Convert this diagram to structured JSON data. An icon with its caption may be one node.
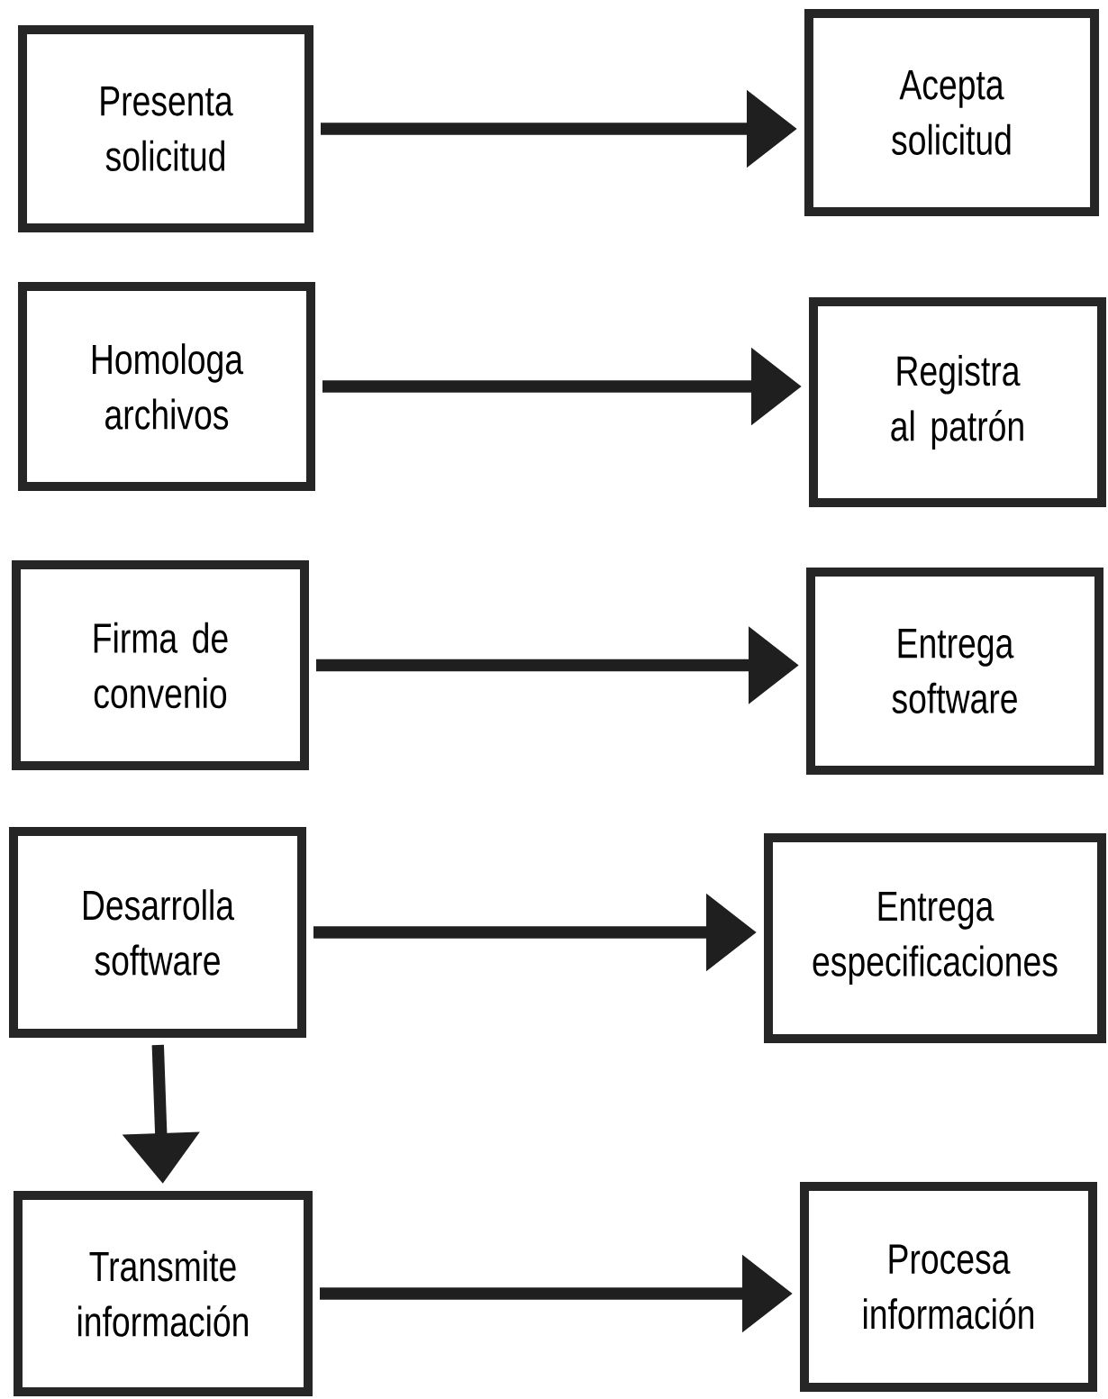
{
  "diagram": {
    "nodes": [
      {
        "text": [
          "Presenta solicitud"
        ]
      },
      {
        "text": [
          "Acepta solicitud"
        ]
      },
      {
        "text": [
          "Homologa archivos"
        ]
      },
      {
        "text": [
          "Registra al patrón"
        ]
      },
      {
        "text": [
          "Firma de convenio"
        ]
      },
      {
        "text": [
          "Entrega software"
        ]
      },
      {
        "text": [
          "Desarrolla software"
        ]
      },
      {
        "text": [
          "Entrega especificaciones"
        ]
      },
      {
        "text": [
          "Transmite información"
        ]
      },
      {
        "text": [
          "Procesa información"
        ]
      }
    ],
    "edges": [
      {
        "from": 0,
        "to": 1,
        "arrow": "to"
      },
      {
        "from": 2,
        "to": 3,
        "arrow": "to"
      },
      {
        "from": 4,
        "to": 5,
        "arrow": "to"
      },
      {
        "from": 6,
        "to": 7,
        "arrow": "to"
      },
      {
        "from": 6,
        "to": 8,
        "arrow": "to"
      },
      {
        "from": 8,
        "to": 9,
        "arrow": "to"
      }
    ]
  }
}
